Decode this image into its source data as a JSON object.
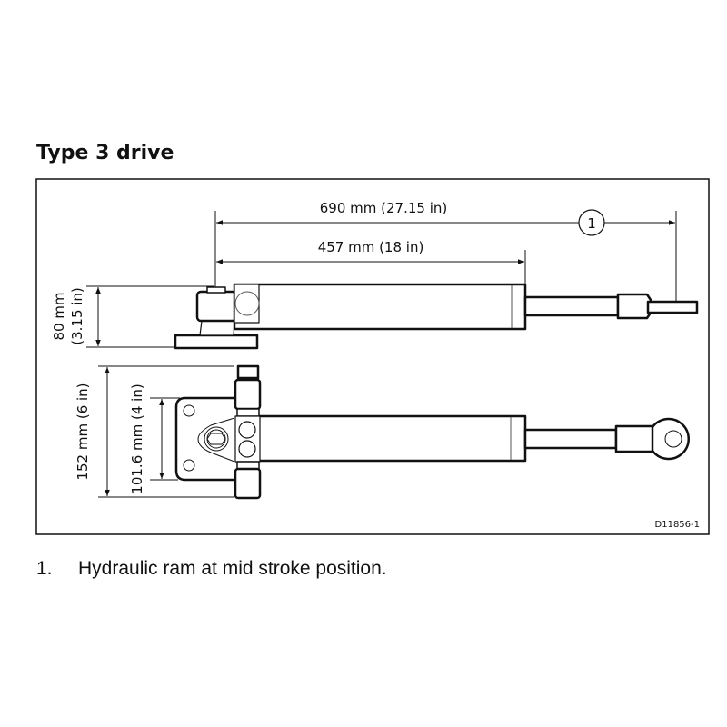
{
  "title": "Type 3 drive",
  "dimensions": {
    "overall_length": "690 mm (27.15 in)",
    "body_length": "457 mm (18 in)",
    "height": "80 mm",
    "height_in": "(3.15 in)",
    "width": "152 mm (6 in)",
    "mount_width": "101.6 mm (4 in)"
  },
  "callout": "1",
  "figure_ref": "D11856-1",
  "notes": [
    {
      "number": "1.",
      "text": "Hydraulic ram at mid stroke position."
    }
  ]
}
